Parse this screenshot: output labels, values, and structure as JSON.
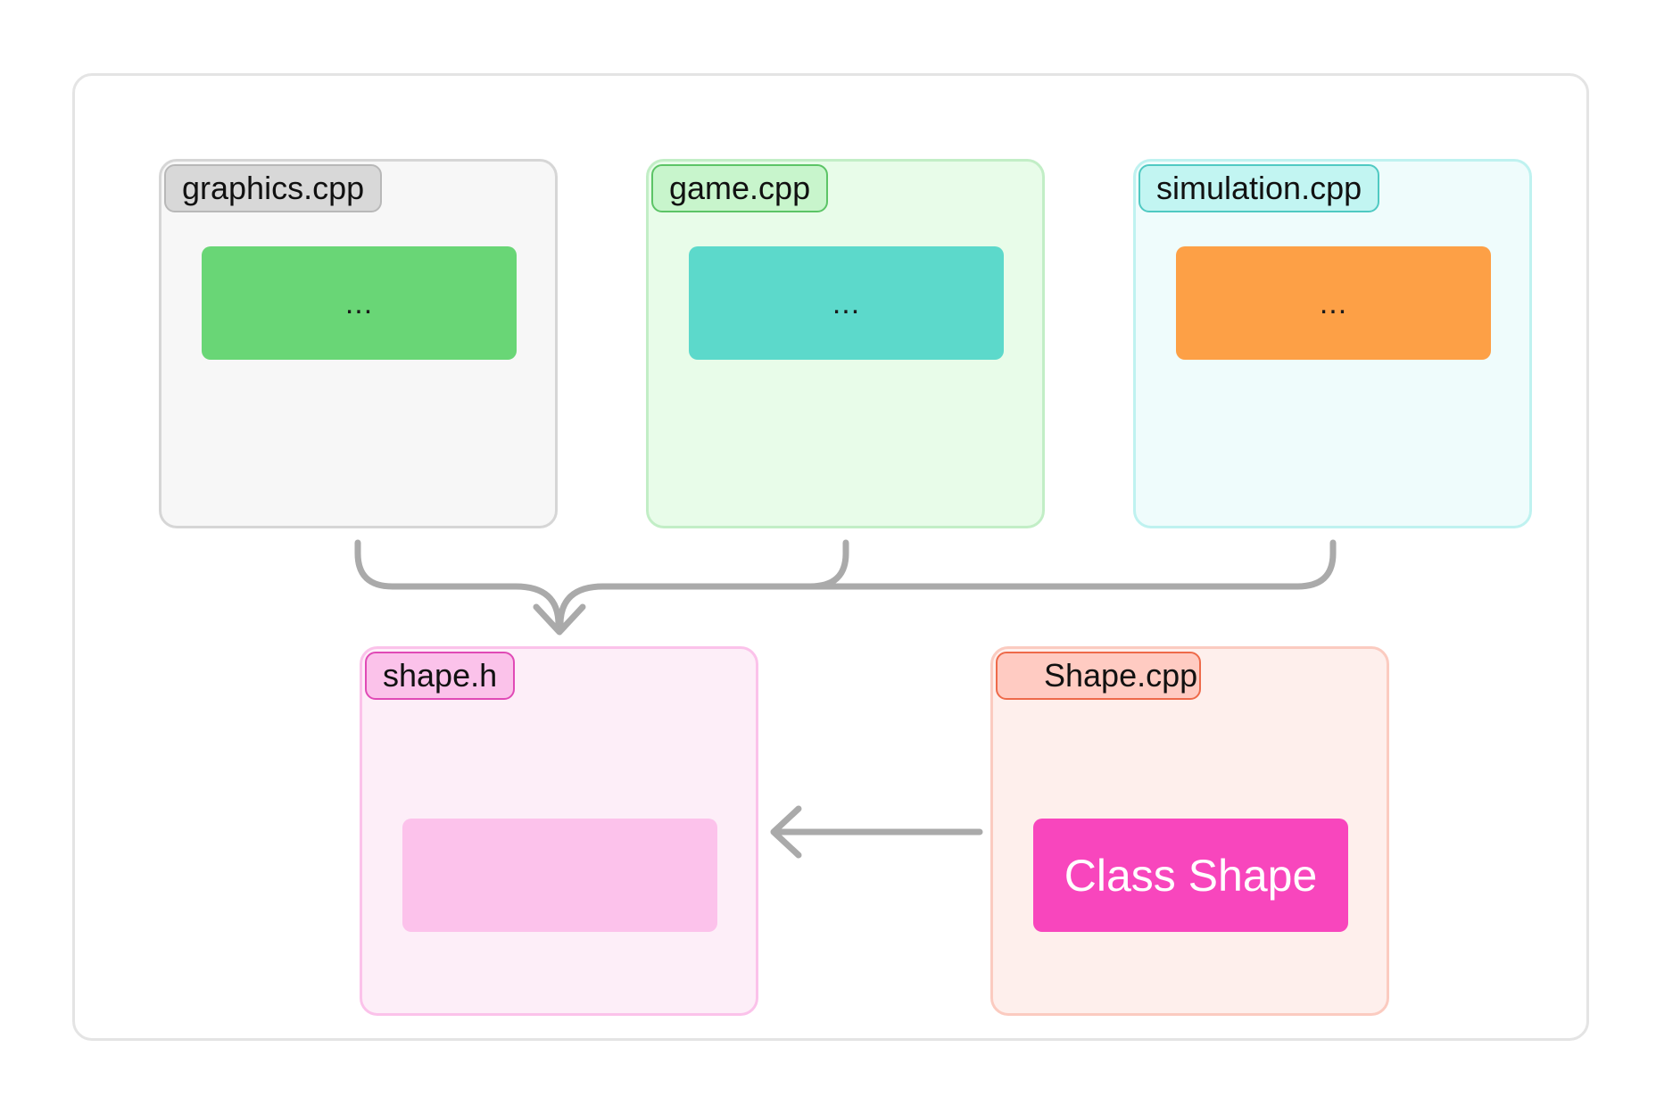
{
  "files": {
    "graphics": {
      "tab_label": "graphics.cpp",
      "block_text": "..."
    },
    "game": {
      "tab_label": "game.cpp",
      "block_text": "..."
    },
    "simulation": {
      "tab_label": "simulation.cpp",
      "block_text": "..."
    },
    "shape_h": {
      "tab_label": "shape.h",
      "block_text": ""
    },
    "shape_cpp": {
      "tab_label": "Shape.cpp",
      "block_text": "Class Shape"
    }
  },
  "colors": {
    "graphics_bg": "#f7f7f7",
    "graphics_border": "#d6d6d6",
    "graphics_tab": "#d8d8d8",
    "graphics_block": "#69d676",
    "game_bg": "#e8fce9",
    "game_border": "#c2eec6",
    "game_tab": "#c8f5cc",
    "game_block": "#5cd9cb",
    "simulation_bg": "#effcfc",
    "simulation_border": "#bff2f0",
    "simulation_tab": "#c2f5f2",
    "simulation_block": "#fda046",
    "shape_h_bg": "#fdeef8",
    "shape_h_border": "#fbc2ea",
    "shape_h_tab": "#fbc2ea",
    "shape_h_block": "#fcc2eb",
    "shape_cpp_bg": "#feefec",
    "shape_cpp_border": "#fbcbc0",
    "shape_cpp_tab": "#ffcbc2",
    "shape_cpp_block": "#f846bd",
    "arrow": "#aaaaaa"
  }
}
